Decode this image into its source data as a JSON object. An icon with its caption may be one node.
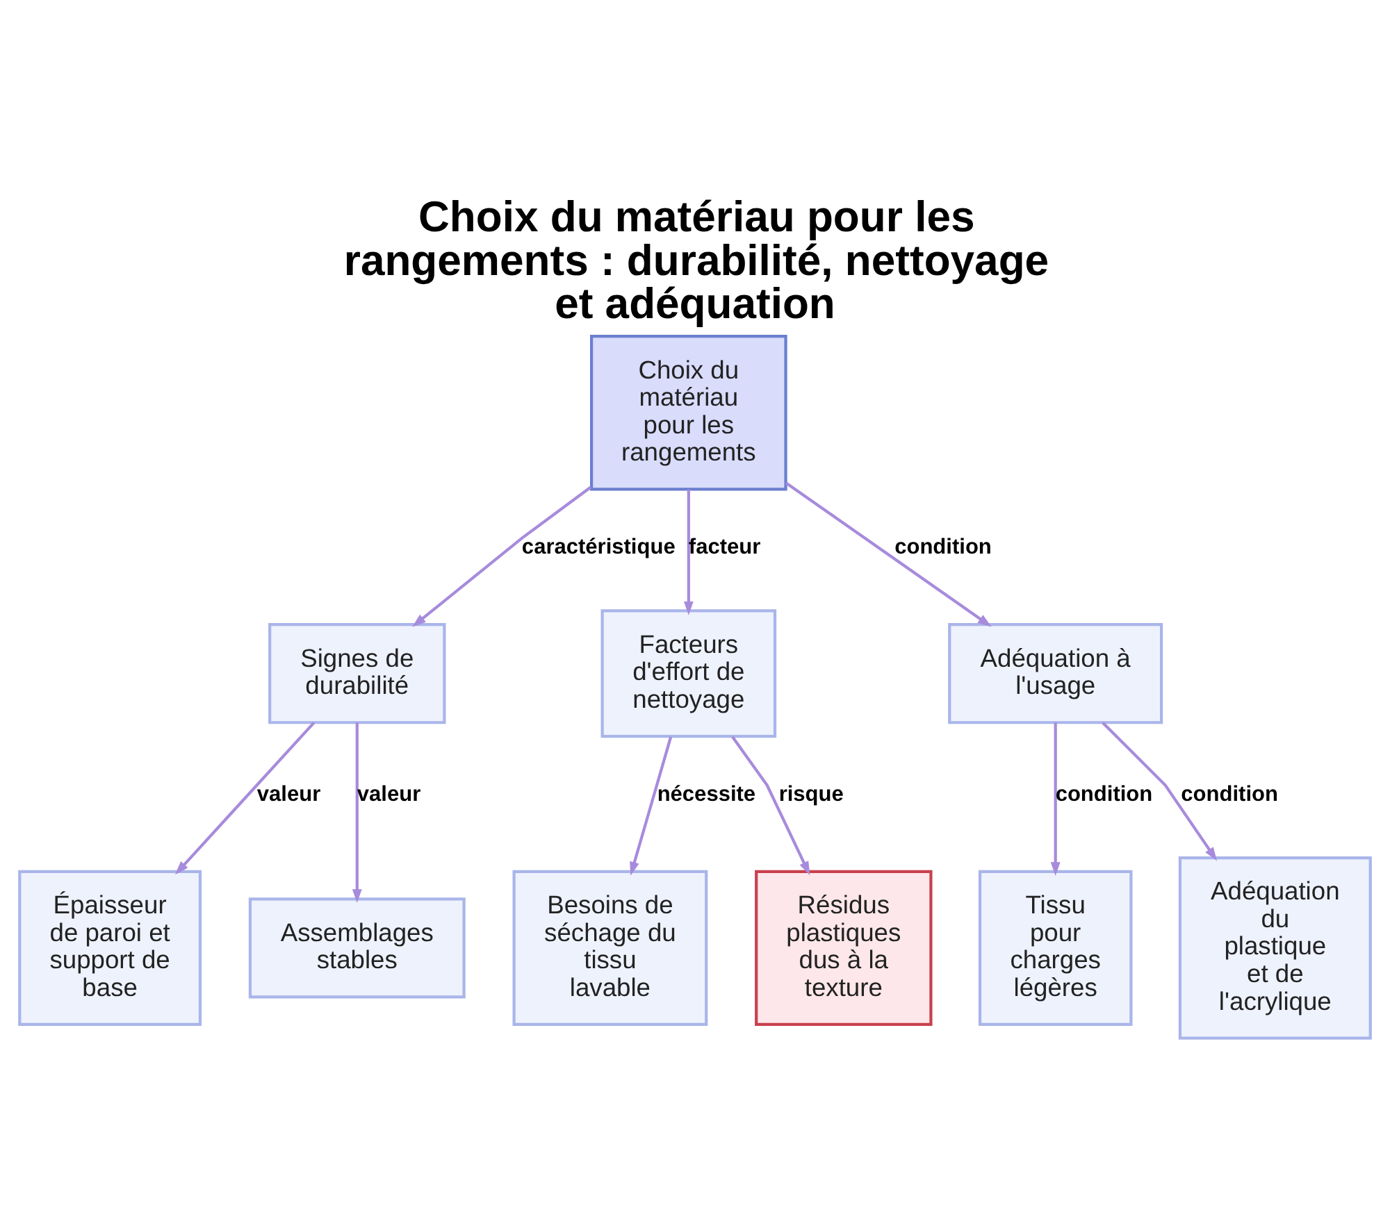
{
  "diagram": {
    "title": "Choix du matériau pour les rangements : durabilité, nettoyage et adéquation",
    "nodes": [
      {
        "text": [
          "Choix du matériau pour les rangements"
        ]
      },
      {
        "text": [
          "Signes de durabilité"
        ]
      },
      {
        "text": [
          "Facteurs d'effort de nettoyage"
        ]
      },
      {
        "text": [
          "Adéquation à l'usage"
        ]
      },
      {
        "text": [
          "Épaisseur de paroi et support de base"
        ]
      },
      {
        "text": [
          "Assemblages stables"
        ]
      },
      {
        "text": [
          "Besoins de séchage du tissu lavable"
        ]
      },
      {
        "text": [
          "Résidus plastiques dus à la texture"
        ]
      },
      {
        "text": [
          "Tissu pour charges légères"
        ]
      },
      {
        "text": [
          "Adéquation du plastique et de l'acrylique"
        ]
      }
    ],
    "edges": [
      {
        "from": 0,
        "to": 1,
        "arrow": "to",
        "label": "caractéristique"
      },
      {
        "from": 0,
        "to": 2,
        "arrow": "to",
        "label": "facteur"
      },
      {
        "from": 0,
        "to": 3,
        "arrow": "to",
        "label": "condition"
      },
      {
        "from": 1,
        "to": 4,
        "arrow": "to",
        "label": "valeur"
      },
      {
        "from": 1,
        "to": 5,
        "arrow": "to",
        "label": "valeur"
      },
      {
        "from": 2,
        "to": 6,
        "arrow": "to",
        "label": "nécessite"
      },
      {
        "from": 2,
        "to": 7,
        "arrow": "to",
        "label": "risque"
      },
      {
        "from": 3,
        "to": 8,
        "arrow": "to",
        "label": "condition"
      },
      {
        "from": 3,
        "to": 9,
        "arrow": "to",
        "label": "condition"
      }
    ]
  }
}
